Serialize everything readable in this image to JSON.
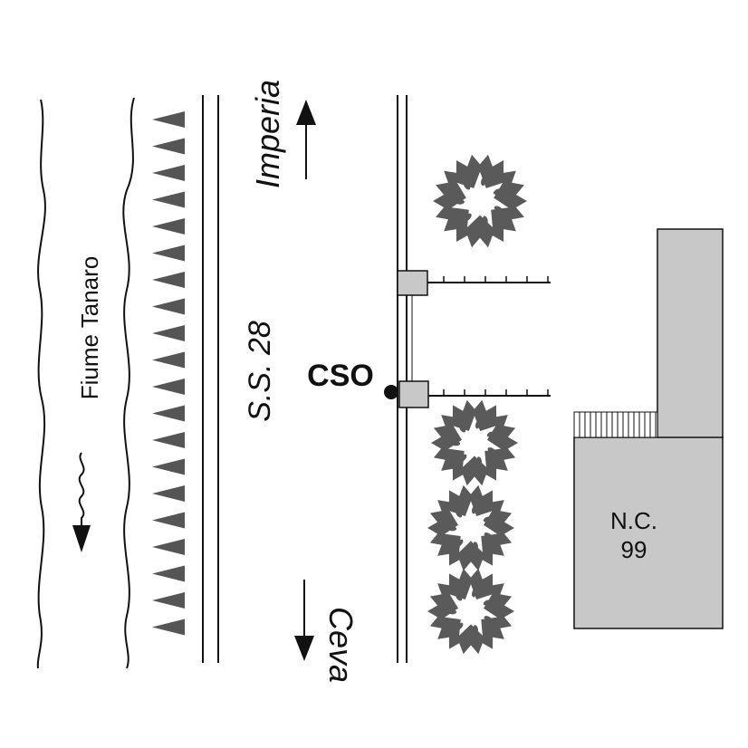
{
  "labels": {
    "river": "Fiume Tanaro",
    "road": "S.S. 28",
    "north_direction": "Imperia",
    "south_direction": "Ceva",
    "site": "CSO",
    "building_line1": "N.C.",
    "building_line2": "99"
  },
  "colors": {
    "ink": "#111111",
    "fill_gray": "#c8c8c8",
    "tree_gray": "#5a5a5a",
    "background": "#ffffff"
  },
  "icons": {
    "tree": "tree-icon",
    "arrow_up": "arrow-up-icon",
    "arrow_down": "arrow-down-icon",
    "flow_arrow": "flow-arrow-icon"
  }
}
